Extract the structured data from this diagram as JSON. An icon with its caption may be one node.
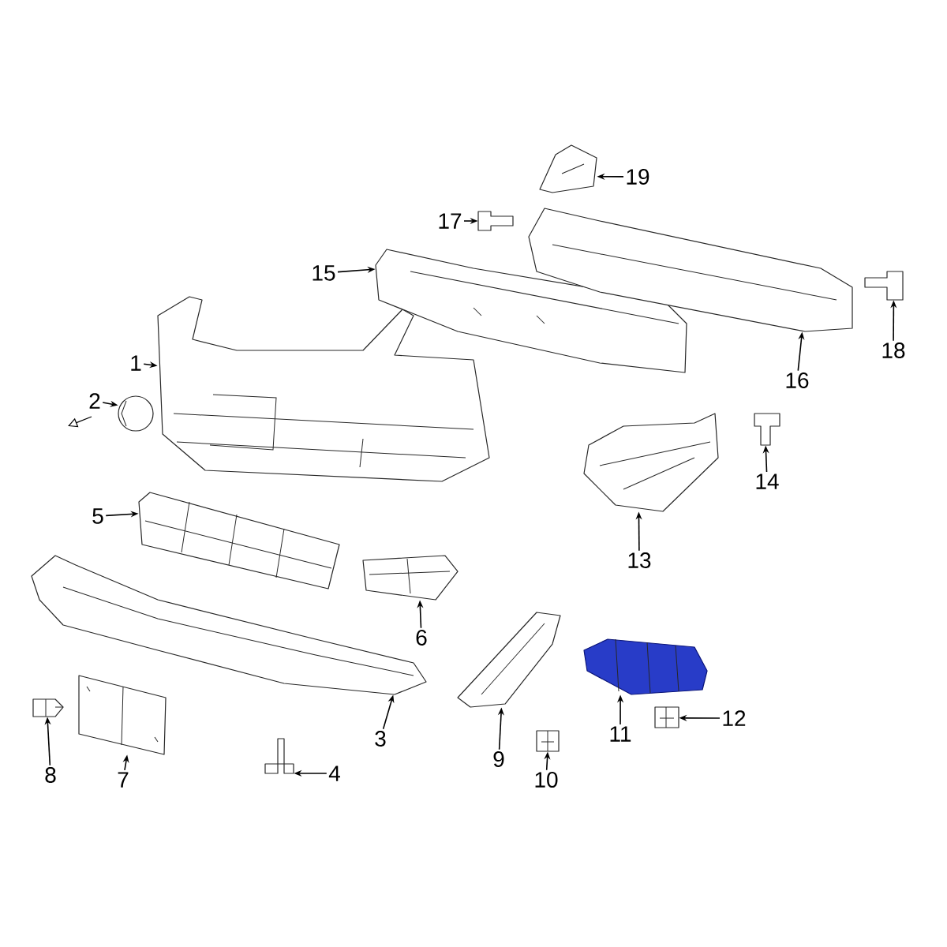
{
  "diagram": {
    "nodes": [
      {
        "text": [
          "1"
        ]
      },
      {
        "text": [
          "2"
        ]
      },
      {
        "text": [
          "3"
        ]
      },
      {
        "text": [
          "4"
        ]
      },
      {
        "text": [
          "5"
        ]
      },
      {
        "text": [
          "6"
        ]
      },
      {
        "text": [
          "7"
        ]
      },
      {
        "text": [
          "8"
        ]
      },
      {
        "text": [
          "9"
        ]
      },
      {
        "text": [
          "10"
        ]
      },
      {
        "text": [
          "11"
        ]
      },
      {
        "text": [
          "12"
        ]
      },
      {
        "text": [
          "13"
        ]
      },
      {
        "text": [
          "14"
        ]
      },
      {
        "text": [
          "15"
        ]
      },
      {
        "text": [
          "16"
        ]
      },
      {
        "text": [
          "17"
        ]
      },
      {
        "text": [
          "18"
        ]
      },
      {
        "text": [
          "19"
        ]
      },
      {
        "text": [],
        "shape": "picture"
      },
      {
        "text": [],
        "shape": "picture"
      },
      {
        "text": [],
        "shape": "picture"
      },
      {
        "text": [],
        "shape": "picture"
      },
      {
        "text": [],
        "shape": "picture"
      },
      {
        "text": [],
        "shape": "picture"
      },
      {
        "text": [],
        "shape": "picture"
      },
      {
        "text": [],
        "shape": "picture"
      },
      {
        "text": [],
        "shape": "picture"
      },
      {
        "text": [],
        "shape": "picture"
      },
      {
        "text": [],
        "shape": "picture"
      },
      {
        "text": [],
        "shape": "picture"
      },
      {
        "text": [],
        "shape": "picture"
      },
      {
        "text": [],
        "shape": "picture"
      },
      {
        "text": [],
        "shape": "picture"
      },
      {
        "text": [],
        "shape": "picture"
      },
      {
        "text": [],
        "shape": "picture"
      },
      {
        "text": [],
        "shape": "picture"
      },
      {
        "text": [],
        "shape": "picture"
      }
    ],
    "edges": [
      {
        "from": 0,
        "to": 19,
        "arrow": "to"
      },
      {
        "from": 1,
        "to": 20,
        "arrow": "to"
      },
      {
        "from": 2,
        "to": 21,
        "arrow": "to"
      },
      {
        "from": 3,
        "to": 22,
        "arrow": "to"
      },
      {
        "from": 4,
        "to": 23,
        "arrow": "to"
      },
      {
        "from": 5,
        "to": 24,
        "arrow": "to"
      },
      {
        "from": 6,
        "to": 25,
        "arrow": "to"
      },
      {
        "from": 7,
        "to": 26,
        "arrow": "to"
      },
      {
        "from": 8,
        "to": 27,
        "arrow": "to"
      },
      {
        "from": 9,
        "to": 28,
        "arrow": "to"
      },
      {
        "from": 10,
        "to": 29,
        "arrow": "to"
      },
      {
        "from": 11,
        "to": 30,
        "arrow": "to"
      },
      {
        "from": 12,
        "to": 31,
        "arrow": "to"
      },
      {
        "from": 13,
        "to": 32,
        "arrow": "to"
      },
      {
        "from": 14,
        "to": 33,
        "arrow": "to"
      },
      {
        "from": 15,
        "to": 34,
        "arrow": "to"
      },
      {
        "from": 16,
        "to": 35,
        "arrow": "to"
      },
      {
        "from": 17,
        "to": 36,
        "arrow": "to"
      },
      {
        "from": 18,
        "to": 37,
        "arrow": "to"
      }
    ]
  }
}
